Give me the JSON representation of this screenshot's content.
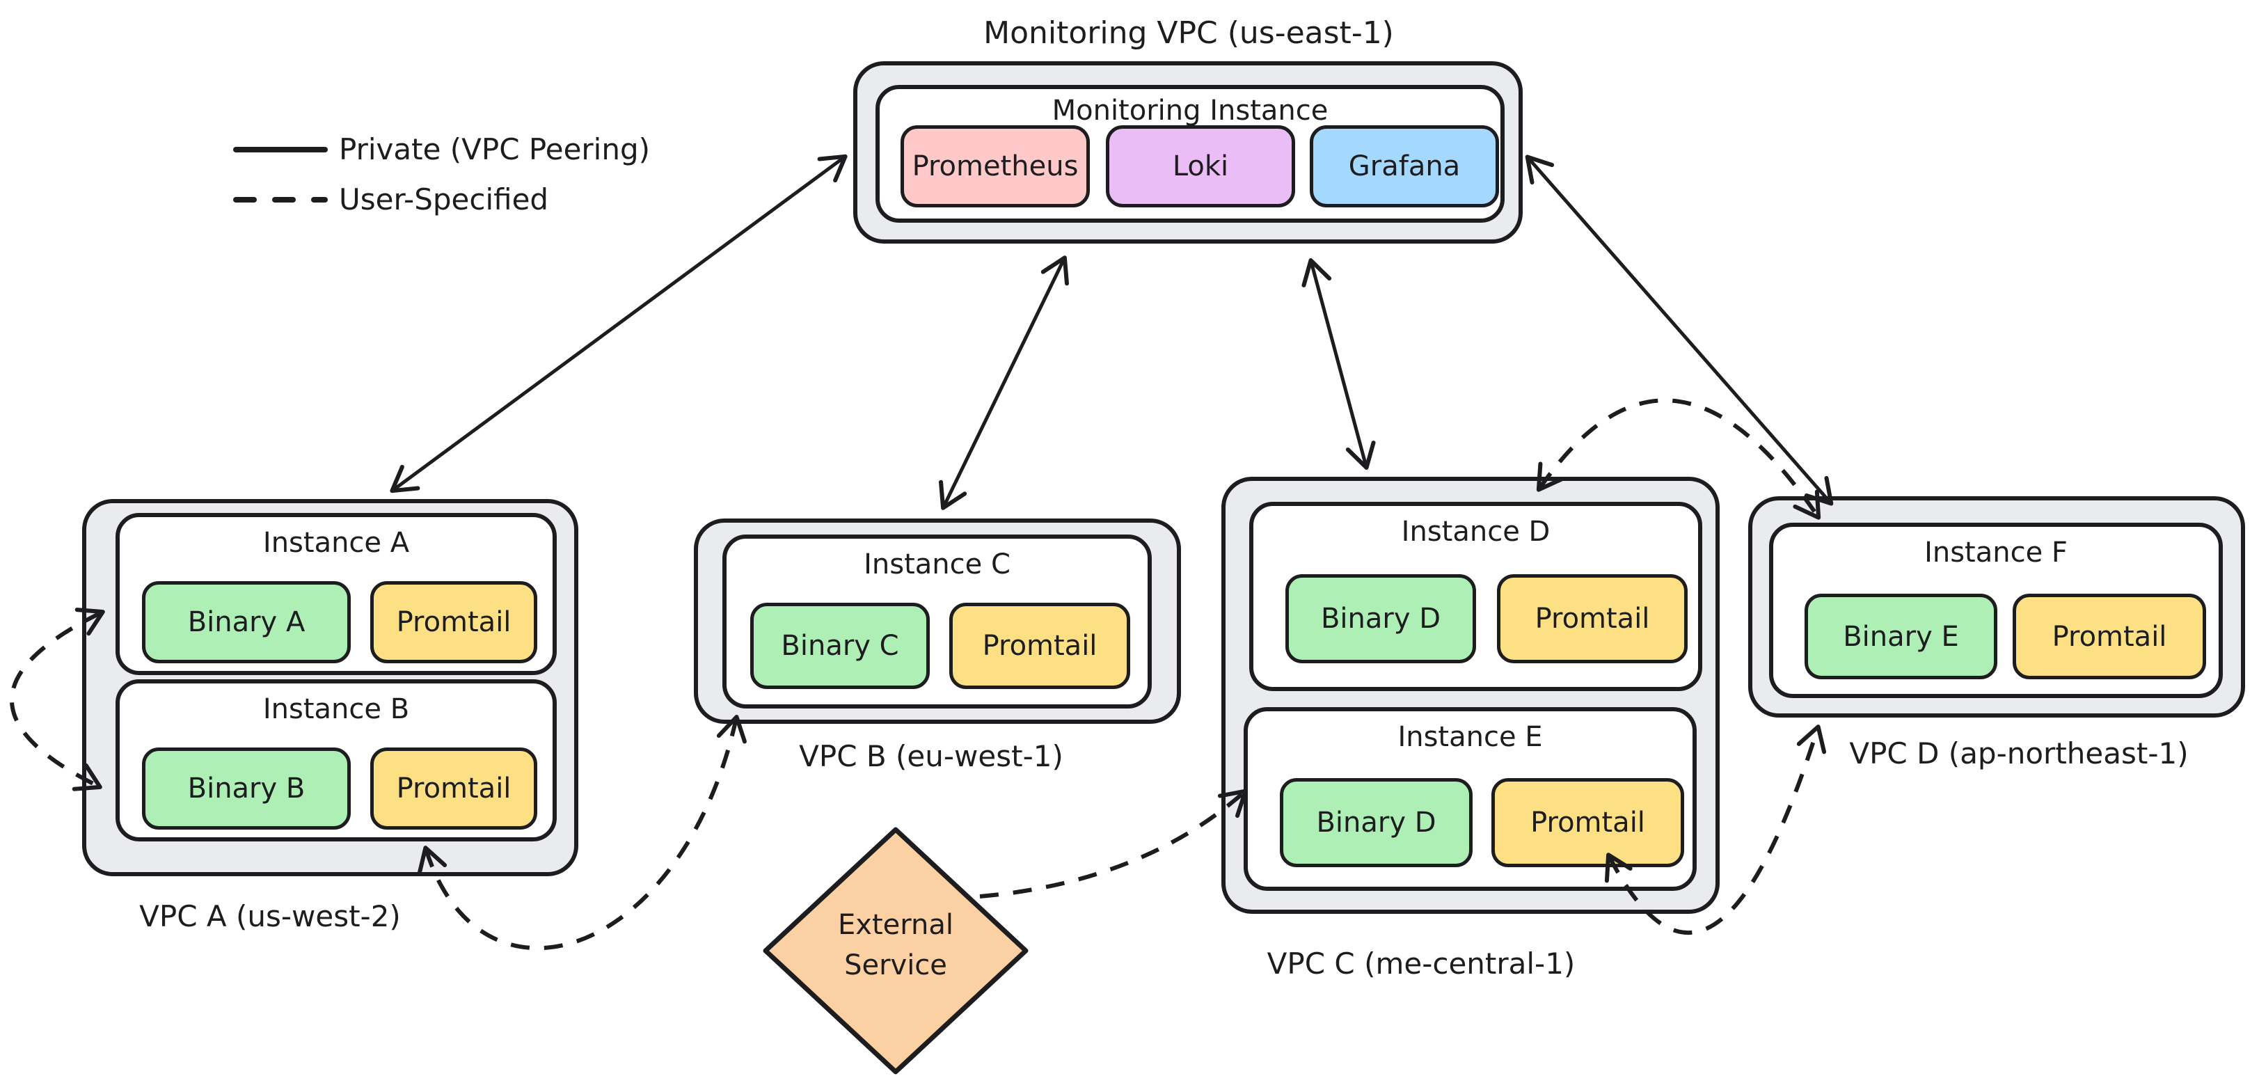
{
  "legend": {
    "items": [
      {
        "style": "solid",
        "label": "Private (VPC Peering)"
      },
      {
        "style": "dashed",
        "label": "User-Specified"
      }
    ]
  },
  "monitoring": {
    "vpc_label": "Monitoring VPC (us-east-1)",
    "instance_label": "Monitoring Instance",
    "services": [
      {
        "name": "Prometheus",
        "color": "#ffc9c9"
      },
      {
        "name": "Loki",
        "color": "#ebbdf6"
      },
      {
        "name": "Grafana",
        "color": "#a5d8ff"
      }
    ]
  },
  "vpcs": [
    {
      "label": "VPC A (us-west-2)",
      "instances": [
        {
          "name": "Instance A",
          "binary": "Binary A",
          "agent": "Promtail"
        },
        {
          "name": "Instance B",
          "binary": "Binary B",
          "agent": "Promtail"
        }
      ]
    },
    {
      "label": "VPC B (eu-west-1)",
      "instances": [
        {
          "name": "Instance C",
          "binary": "Binary C",
          "agent": "Promtail"
        }
      ]
    },
    {
      "label": "VPC C (me-central-1)",
      "instances": [
        {
          "name": "Instance D",
          "binary": "Binary D",
          "agent": "Promtail"
        },
        {
          "name": "Instance E",
          "binary": "Binary D",
          "agent": "Promtail"
        }
      ]
    },
    {
      "label": "VPC D (ap-northeast-1)",
      "instances": [
        {
          "name": "Instance F",
          "binary": "Binary E",
          "agent": "Promtail"
        }
      ]
    }
  ],
  "external": {
    "line1": "External",
    "line2": "Service",
    "color": "#fbd0a2"
  },
  "colors": {
    "binary_green": "#aeefb6",
    "promtail_yellow": "#fce083",
    "vpc_gray": "#e9ebee",
    "stroke": "#1d1d20"
  }
}
